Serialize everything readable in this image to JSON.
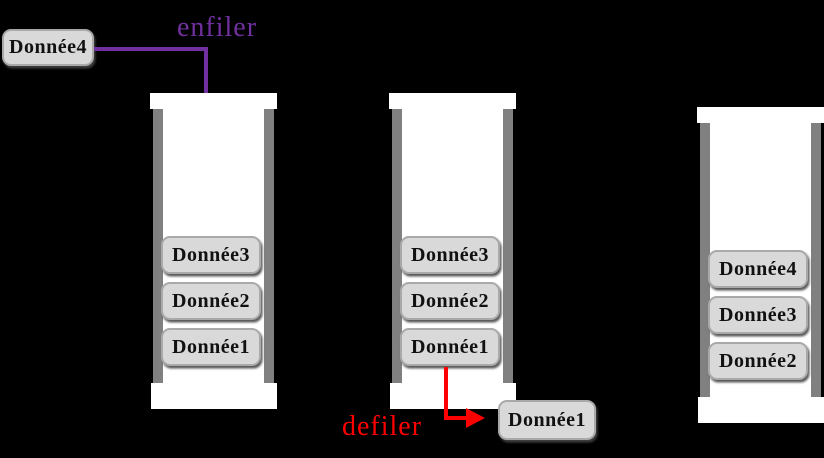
{
  "diagram": {
    "operation_in_label": "enfiler",
    "operation_out_label": "defiler",
    "incoming_box_label": "Donnée4",
    "outgoing_box_label": "Donnée1",
    "containers": [
      {
        "items": [
          "Donnée3",
          "Donnée2",
          "Donnée1"
        ]
      },
      {
        "items": [
          "Donnée3",
          "Donnée2",
          "Donnée1"
        ]
      },
      {
        "items": [
          "Donnée4",
          "Donnée3",
          "Donnée2"
        ]
      }
    ],
    "colors": {
      "background": "#000000",
      "enqueue_purple": "#7030a0",
      "dequeue_red": "#fe0000",
      "box_fill": "#d9d9d9",
      "box_border": "#a9a9a9",
      "wall_gray": "#808080",
      "container_white": "#ffffff",
      "label_black": "#111111"
    }
  }
}
